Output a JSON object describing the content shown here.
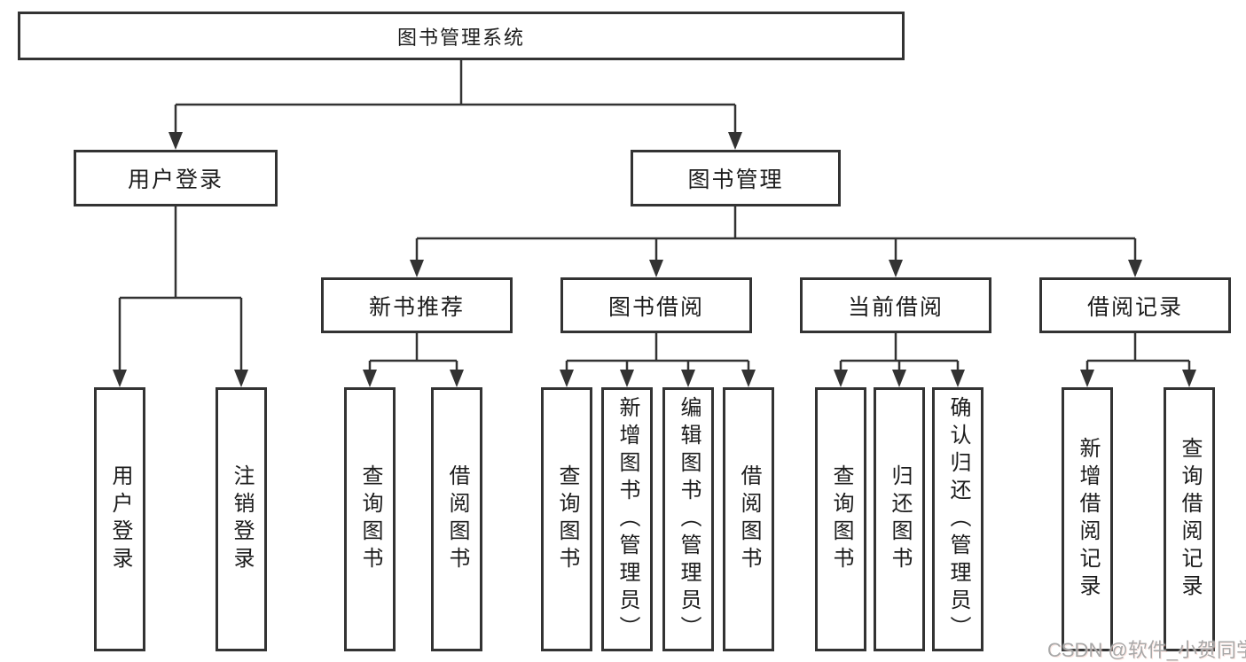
{
  "diagram": {
    "root": {
      "label": "图书管理系统",
      "children": [
        {
          "label": "用户登录",
          "children": [
            {
              "label": "用户登录"
            },
            {
              "label": "注销登录"
            }
          ]
        },
        {
          "label": "图书管理",
          "children": [
            {
              "label": "新书推荐",
              "children": [
                {
                  "label": "查询图书"
                },
                {
                  "label": "借阅图书"
                }
              ]
            },
            {
              "label": "图书借阅",
              "children": [
                {
                  "label": "查询图书"
                },
                {
                  "label": "新增图书（管理员）"
                },
                {
                  "label": "编辑图书（管理员）"
                },
                {
                  "label": "借阅图书"
                }
              ]
            },
            {
              "label": "当前借阅",
              "children": [
                {
                  "label": "查询图书"
                },
                {
                  "label": "归还图书"
                },
                {
                  "label": "确认归还（管理员）"
                }
              ]
            },
            {
              "label": "借阅记录",
              "children": [
                {
                  "label": "新增借阅记录"
                },
                {
                  "label": "查询借阅记录"
                }
              ]
            }
          ]
        }
      ]
    },
    "colors": {
      "line": "#333333",
      "text": "#1c1c1c",
      "box_background": "#ffffff",
      "watermark_gray": "#a8a8a8"
    },
    "watermark": "CSDN @软件_小贺同学"
  }
}
